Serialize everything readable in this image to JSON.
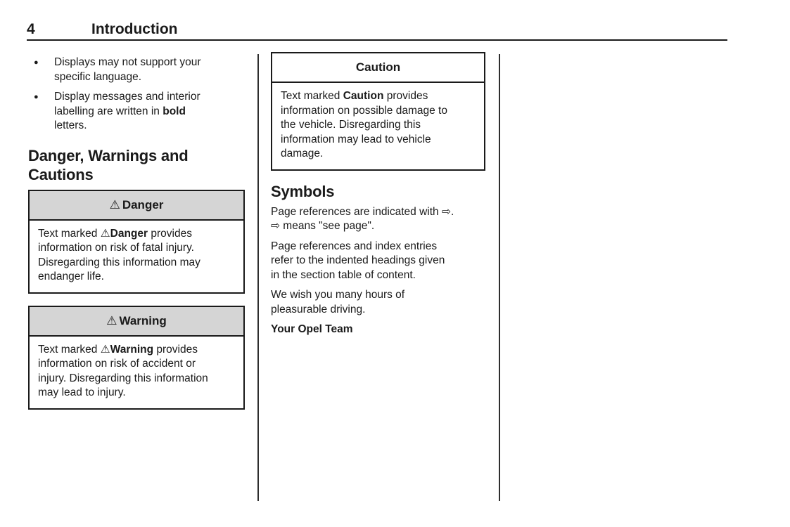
{
  "header": {
    "page_number": "4",
    "title": "Introduction"
  },
  "icons": {
    "bullet": "●",
    "warning_triangle": "⚠",
    "page_reference_arrow": "⇨"
  },
  "left_column": {
    "bullets": [
      {
        "text": "Displays may not support your specific language."
      },
      {
        "pre": "Display messages and interior labelling are written in ",
        "bold": "bold",
        "post": " letters."
      }
    ],
    "heading": "Danger, Warnings and Cautions",
    "danger_box": {
      "icon": "⚠",
      "label": "Danger",
      "body_pre": "Text marked ",
      "body_bold_icon": "⚠",
      "body_bold_label": "Danger",
      "body_post": " provides information on risk of fatal injury. Disregarding this information may endanger life."
    },
    "warning_box": {
      "icon": "⚠",
      "label": "Warning",
      "body_pre": "Text marked ",
      "body_bold_icon": "⚠",
      "body_bold_label": "Warning",
      "body_post": " provides information on risk of accident or injury. Disregarding this information may lead to injury."
    }
  },
  "middle_column": {
    "caution_box": {
      "title": "Caution",
      "body_pre": "Text marked ",
      "body_bold": "Caution",
      "body_post": " provides information on possible damage to the vehicle. Disregarding this information may lead to vehicle damage."
    },
    "symbols_heading": "Symbols",
    "para_references_line1": "Page references are indicated with ⇨.",
    "para_references_line2": "⇨ means \"see page\".",
    "para_index": "Page references and index entries refer to the indented headings given in the section table of content.",
    "para_wish": "We wish you many hours of pleasurable driving.",
    "signature": "Your Opel Team"
  },
  "colors": {
    "box_header_background": "#d5d5d5",
    "text": "#1a1a1a",
    "border": "#1a1a1a"
  }
}
